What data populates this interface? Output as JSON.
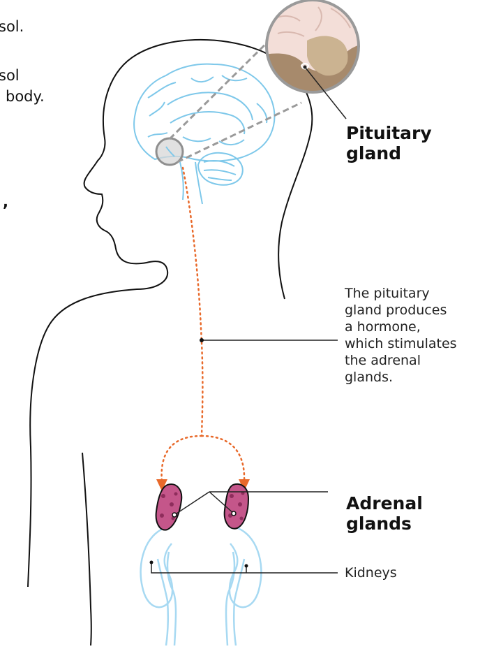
{
  "cutoff_text": {
    "line1": "sol.",
    "line2": "sol",
    "line3": "body.",
    "line4": ","
  },
  "labels": {
    "pituitary": [
      "Pituitary",
      "gland"
    ],
    "adrenal": [
      "Adrenal",
      "glands"
    ],
    "kidneys": "Kidneys",
    "hormone_note": [
      "The pituitary",
      "gland produces",
      "a hormone,",
      "which stimulates",
      "the adrenal",
      "glands."
    ]
  },
  "colors": {
    "outline": "#111111",
    "brain": "#7ec8ea",
    "kidney": "#a7d9f2",
    "arrow": "#e8692a",
    "adrenal_fill": "#c4568a",
    "adrenal_spot": "#8e2d5c",
    "zoom_rim": "#9a9a9a",
    "zoom_bone": "#a78a6c",
    "zoom_tissue": "#f3ded8",
    "leader": "#222222"
  }
}
